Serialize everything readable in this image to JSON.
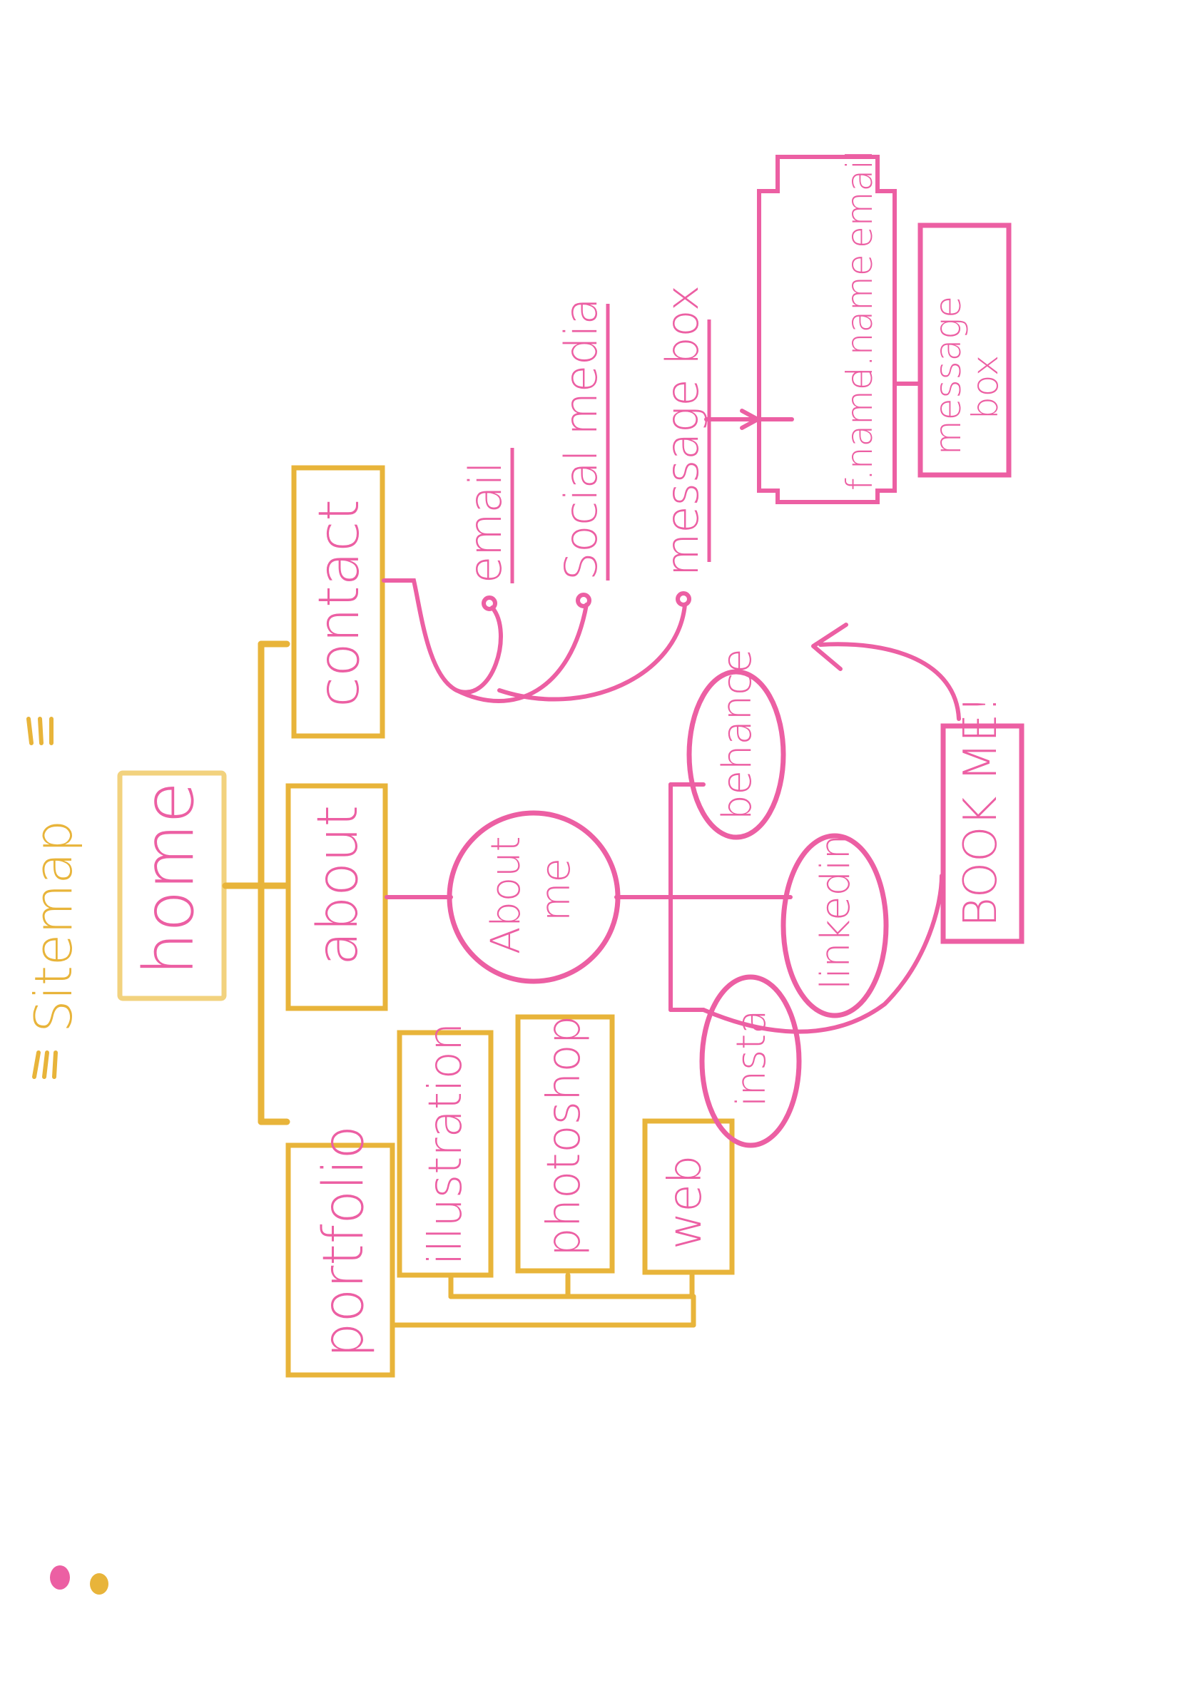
{
  "colors": {
    "yellow": "#e8b43a",
    "light_yellow": "#f2d27e",
    "pink": "#ec5fa3"
  },
  "title": "Sitemap",
  "nodes": {
    "home": "home",
    "portfolio": "portfolio",
    "about": "about",
    "contact": "contact",
    "illustration": "illustration",
    "photoshop": "photoshop",
    "web": "web",
    "about_me": [
      "About",
      "me"
    ],
    "insta": "insta",
    "linkedin": "linkedin",
    "behance": "behance",
    "book_me": "BOOK ME!",
    "email": "email",
    "social_media": "Social media",
    "message_box": "message box",
    "form_f_name": "f.name",
    "form_l_name": "l.name",
    "form_email": "email",
    "form_message_box": [
      "message",
      "box"
    ]
  },
  "icons": [
    "pink-dot-icon",
    "yellow-dot-icon"
  ]
}
